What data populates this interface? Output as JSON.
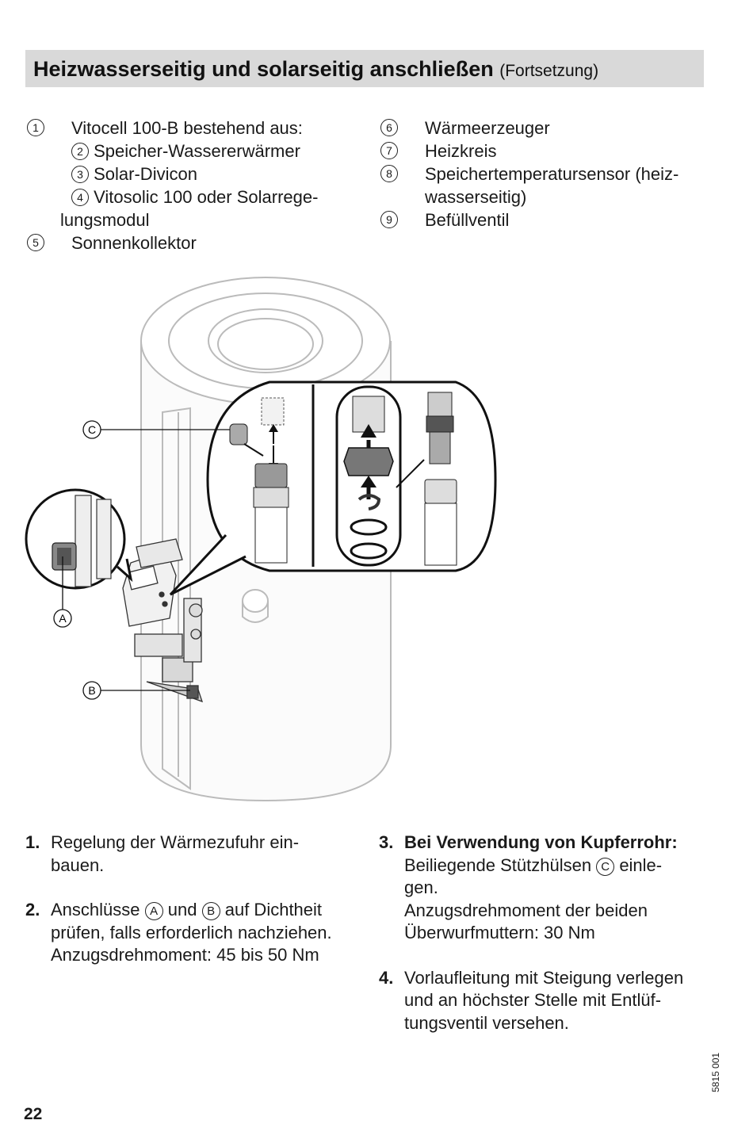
{
  "header": {
    "title": "Heizwasserseitig und solarseitig anschließen",
    "subtitle": "(Fortsetzung)"
  },
  "legend_left": [
    {
      "num": "1",
      "text": "Vitocell 100-B bestehend aus:"
    },
    {
      "num": "2",
      "text": "Speicher-Wassererwärmer",
      "indent": true
    },
    {
      "num": "3",
      "text": "Solar-Divicon",
      "indent": true
    },
    {
      "num": "4",
      "text": "Vitosolic 100 oder Solarrege-",
      "indent": true
    },
    {
      "num": "",
      "text": "lungsmodul"
    },
    {
      "num": "5",
      "text": "Sonnenkollektor"
    }
  ],
  "legend_right": [
    {
      "num": "6",
      "text": "Wärmeerzeuger"
    },
    {
      "num": "7",
      "text": "Heizkreis"
    },
    {
      "num": "8",
      "text": "Speichertemperatursensor (heiz-"
    },
    {
      "num": "",
      "text": "wasserseitig)"
    },
    {
      "num": "9",
      "text": "Befüllventil"
    }
  ],
  "figure": {
    "callout_a": "A",
    "callout_b": "B",
    "callout_c": "C"
  },
  "steps": {
    "s1": {
      "num": "1.",
      "text": "Regelung der Wärmezufuhr ein-",
      "text2": "bauen."
    },
    "s2": {
      "num": "2.",
      "pre": "Anschlüsse",
      "a": "A",
      "mid": "und",
      "b": "B",
      "post": "auf Dichtheit",
      "line2": "prüfen, falls erforderlich nachziehen.",
      "line3": "Anzugsdrehmoment: 45 bis 50 Nm"
    },
    "s3": {
      "num": "3.",
      "bold": "Bei Verwendung von Kupferrohr:",
      "pre": "Beiliegende Stützhülsen",
      "c": "C",
      "post": "einle-",
      "line3": "gen.",
      "line4": "Anzugsdrehmoment der beiden",
      "line5": "Überwurfmuttern: 30 Nm"
    },
    "s4": {
      "num": "4.",
      "line1": "Vorlaufleitung mit Steigung verlegen",
      "line2": "und an höchster Stelle mit Entlüf-",
      "line3": "tungsventil versehen."
    }
  },
  "page_number": "22",
  "doc_code": "5815 001"
}
